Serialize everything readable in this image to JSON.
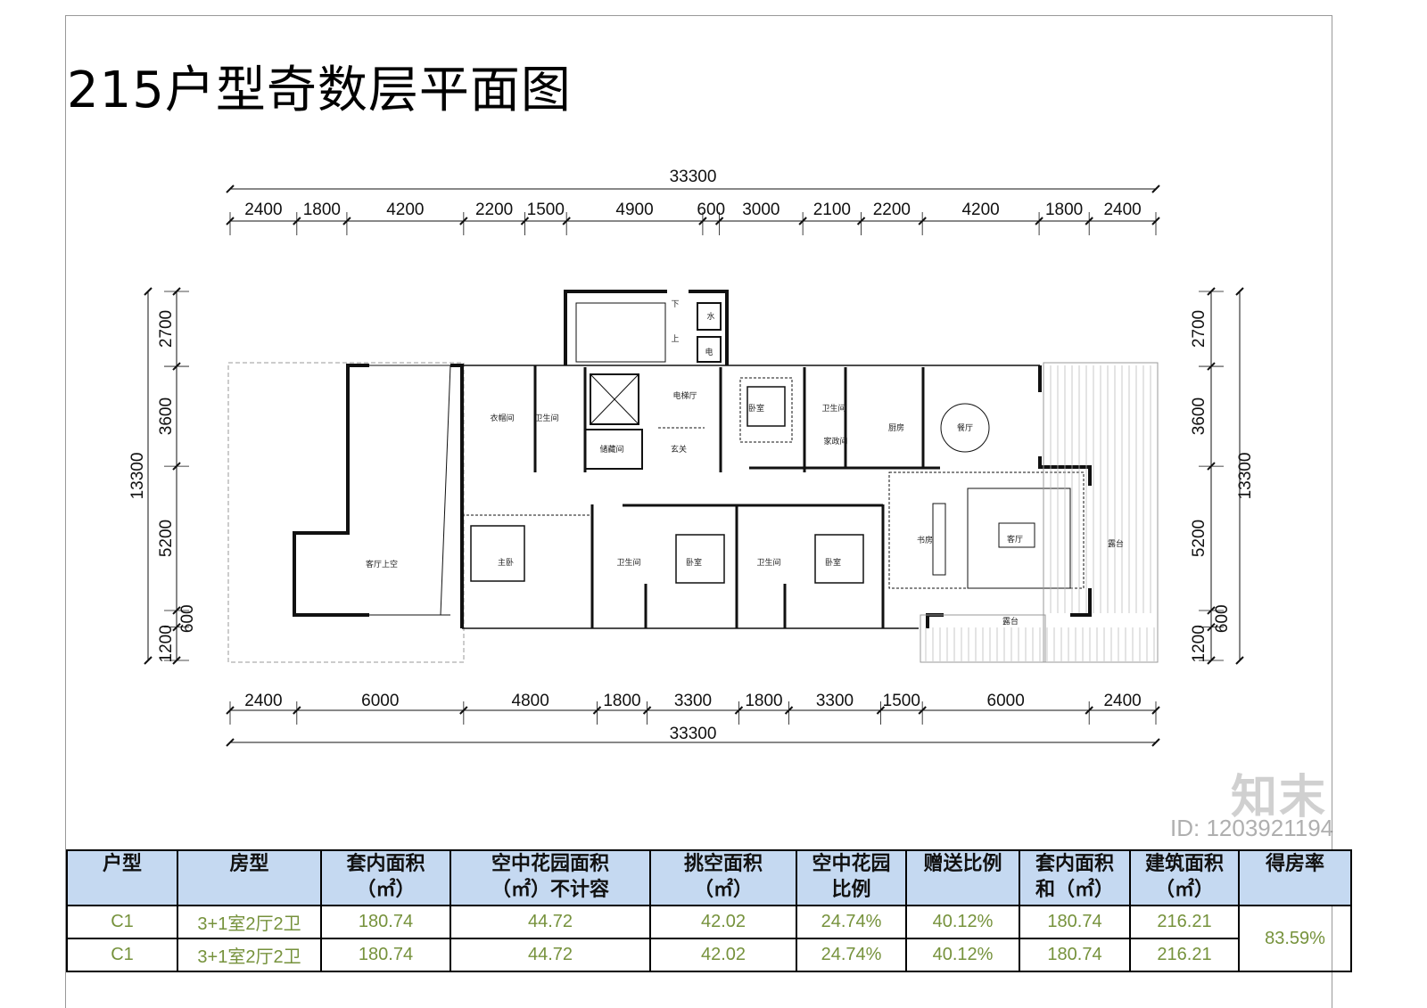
{
  "title": "215户型奇数层平面图",
  "dimensions": {
    "top_total": 33300,
    "top_segments": [
      2400,
      1800,
      4200,
      2200,
      1500,
      4900,
      600,
      3000,
      2100,
      2200,
      4200,
      1800,
      2400
    ],
    "bottom_total": 33300,
    "bottom_segments": [
      2400,
      6000,
      4800,
      1800,
      3300,
      1800,
      3300,
      1500,
      6000,
      2400
    ],
    "left_total": 13300,
    "left_segments": [
      2700,
      3600,
      5200,
      600,
      1200
    ],
    "right_total": 13300,
    "right_segments": [
      2700,
      3600,
      5200,
      600,
      1200
    ]
  },
  "rooms": [
    {
      "label": "客厅上空"
    },
    {
      "label": "衣帽间"
    },
    {
      "label": "卫生间"
    },
    {
      "label": "储藏间"
    },
    {
      "label": "电梯厅"
    },
    {
      "label": "玄关"
    },
    {
      "label": "卧室"
    },
    {
      "label": "卫生间"
    },
    {
      "label": "家政间"
    },
    {
      "label": "厨房"
    },
    {
      "label": "餐厅"
    },
    {
      "label": "主卧"
    },
    {
      "label": "卫生间"
    },
    {
      "label": "卧室"
    },
    {
      "label": "卫生间"
    },
    {
      "label": "卧室"
    },
    {
      "label": "书房"
    },
    {
      "label": "客厅"
    },
    {
      "label": "露台"
    },
    {
      "label": "露台"
    },
    {
      "label": "水"
    },
    {
      "label": "电"
    },
    {
      "label": "下"
    },
    {
      "label": "上"
    }
  ],
  "table": {
    "headers": [
      [
        "户型",
        ""
      ],
      [
        "房型",
        ""
      ],
      [
        "套内面积",
        "（㎡）"
      ],
      [
        "空中花园面积",
        "（㎡）不计容"
      ],
      [
        "挑空面积",
        "（㎡）"
      ],
      [
        "空中花园",
        "比例"
      ],
      [
        "赠送比例",
        ""
      ],
      [
        "套内面积",
        "和（㎡）"
      ],
      [
        "建筑面积",
        "（㎡）"
      ],
      [
        "得房率",
        ""
      ]
    ],
    "rows": [
      [
        "C1",
        "3+1室2厅2卫",
        "180.74",
        "44.72",
        "42.02",
        "24.74%",
        "40.12%",
        "180.74",
        "216.21"
      ],
      [
        "C1",
        "3+1室2厅2卫",
        "180.74",
        "44.72",
        "42.02",
        "24.74%",
        "40.12%",
        "180.74",
        "216.21"
      ]
    ],
    "merged_last": "83.59%"
  },
  "watermark": {
    "logo": "知末",
    "id": "ID: 1203921194"
  },
  "colors": {
    "header_bg": "#c5d9f1",
    "value_text": "#76923c"
  }
}
